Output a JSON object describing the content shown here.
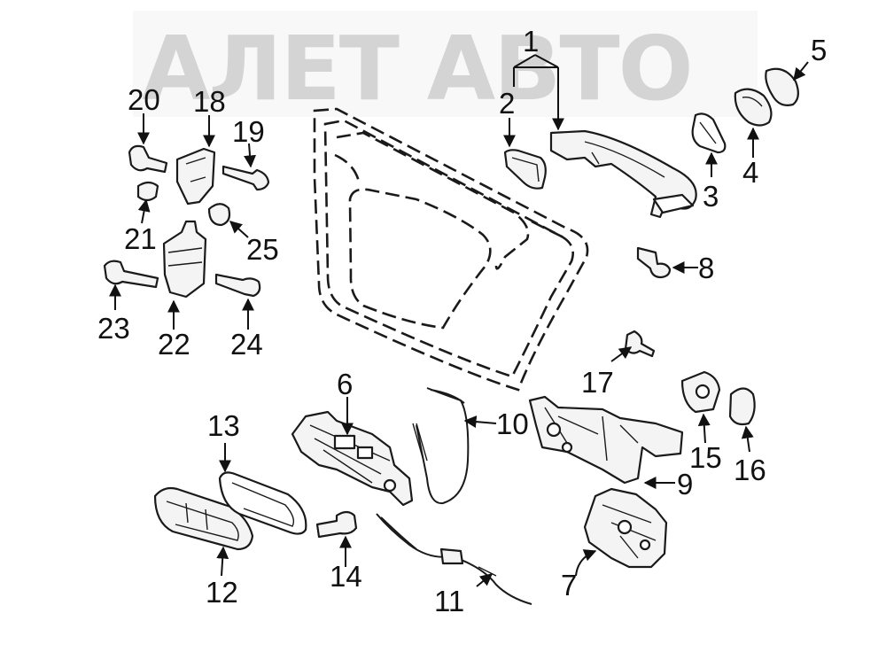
{
  "watermark": {
    "text": "АЛЕТ АВТО"
  },
  "callouts": [
    {
      "id": "c1",
      "text": "1"
    },
    {
      "id": "c2",
      "text": "2"
    },
    {
      "id": "c3",
      "text": "3"
    },
    {
      "id": "c4",
      "text": "4"
    },
    {
      "id": "c5",
      "text": "5"
    },
    {
      "id": "c6",
      "text": "6"
    },
    {
      "id": "c7",
      "text": "7"
    },
    {
      "id": "c8",
      "text": "8"
    },
    {
      "id": "c9",
      "text": "9"
    },
    {
      "id": "c10",
      "text": "10"
    },
    {
      "id": "c11",
      "text": "11"
    },
    {
      "id": "c12",
      "text": "12"
    },
    {
      "id": "c13",
      "text": "13"
    },
    {
      "id": "c14",
      "text": "14"
    },
    {
      "id": "c15",
      "text": "15"
    },
    {
      "id": "c16",
      "text": "16"
    },
    {
      "id": "c17",
      "text": "17"
    },
    {
      "id": "c18",
      "text": "18"
    },
    {
      "id": "c19",
      "text": "19"
    },
    {
      "id": "c20",
      "text": "20"
    },
    {
      "id": "c21",
      "text": "21"
    },
    {
      "id": "c22",
      "text": "22"
    },
    {
      "id": "c23",
      "text": "23"
    },
    {
      "id": "c24",
      "text": "24"
    },
    {
      "id": "c25",
      "text": "25"
    }
  ]
}
